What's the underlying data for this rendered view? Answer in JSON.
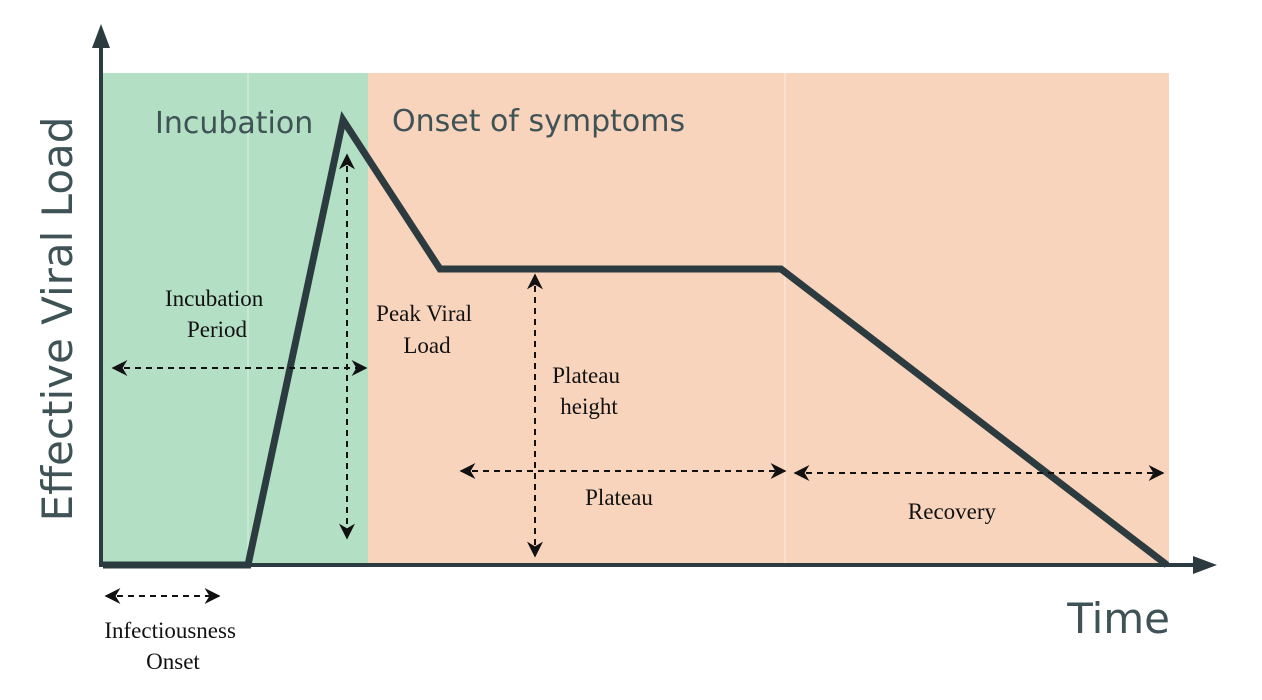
{
  "axes": {
    "ylabel": "Effective Viral Load",
    "xlabel": "Time"
  },
  "regions": {
    "incubation": {
      "label": "Incubation",
      "color": "#b3dfc4"
    },
    "symptoms": {
      "label": "Onset of symptoms",
      "color": "#f9d4bd"
    }
  },
  "annotations": {
    "incubation_period": {
      "line1": "Incubation",
      "line2": "Period"
    },
    "peak_viral_load": {
      "line1": "Peak Viral",
      "line2": "Load"
    },
    "plateau_height": {
      "line1": "Plateau",
      "line2": "height"
    },
    "plateau": "Plateau",
    "recovery": "Recovery",
    "infectiousness_onset": {
      "line1": "Infectiousness",
      "line2": "Onset"
    }
  },
  "colors": {
    "curve": "#2b3b3f",
    "axis": "#2b3b3f",
    "region_label": "#3f5357",
    "annotation": "#111111"
  }
}
